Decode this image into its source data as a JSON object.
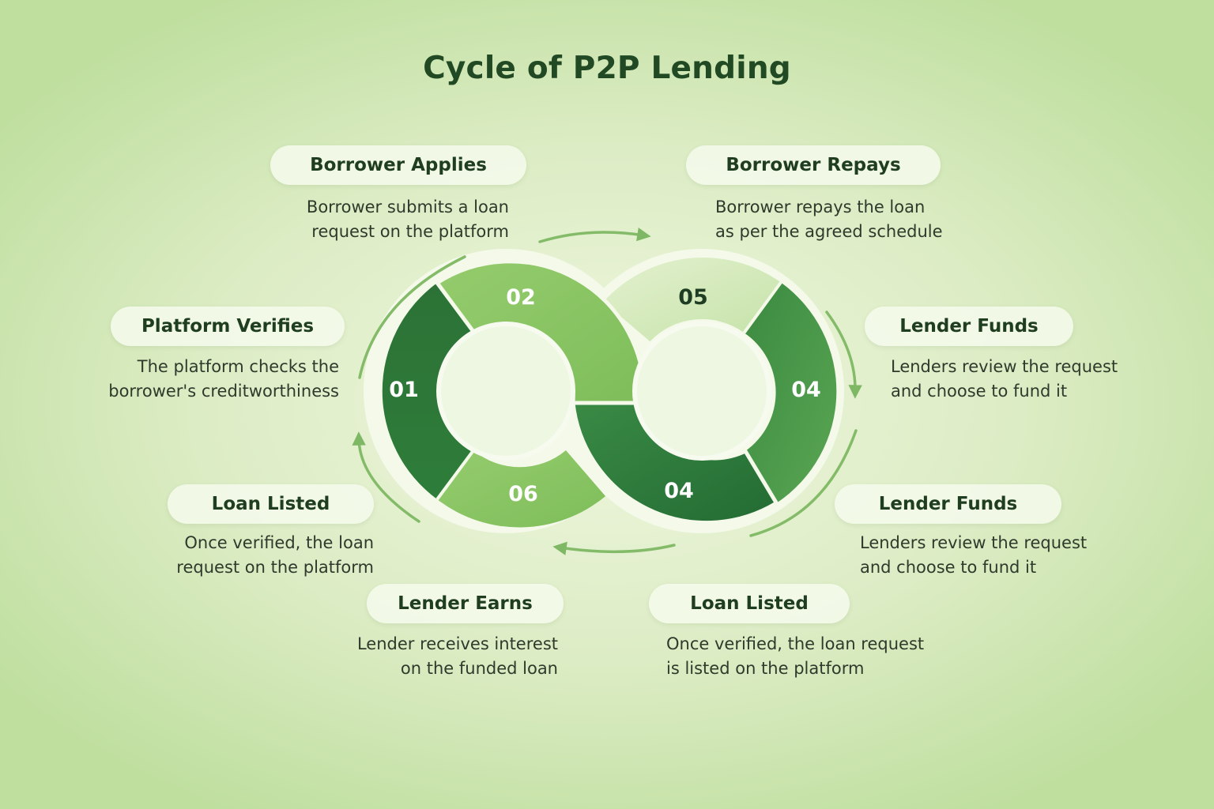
{
  "title": "Cycle of P2P Lending",
  "steps": {
    "borrower_applies": {
      "label": "Borrower Applies",
      "desc": [
        "Borrower submits a loan",
        "request on the platform"
      ]
    },
    "borrower_repays": {
      "label": "Borrower Repays",
      "desc": [
        "Borrower repays the loan",
        "as per the agreed schedule"
      ]
    },
    "platform_verifies": {
      "label": "Platform Verifies",
      "desc": [
        "The platform checks the",
        "borrower's creditworthiness"
      ]
    },
    "lender_funds_upper": {
      "label": "Lender Funds",
      "desc": [
        "Lenders review the request",
        "and choose to fund it"
      ]
    },
    "loan_listed_left": {
      "label": "Loan Listed",
      "desc": [
        "Once verified, the loan",
        "request on the platform"
      ]
    },
    "lender_funds_lower": {
      "label": "Lender Funds",
      "desc": [
        "Lenders review the request",
        "and choose to fund it"
      ]
    },
    "lender_earns": {
      "label": "Lender Earns",
      "desc": [
        "Lender receives interest",
        "on the funded loan"
      ]
    },
    "loan_listed_bottom": {
      "label": "Loan Listed",
      "desc": [
        "Once verified, the loan request",
        "is listed on the platform"
      ]
    }
  },
  "segments": {
    "s01": "01",
    "s02": "02",
    "s05": "05",
    "s04_right": "04",
    "s04_bottom": "04",
    "s06": "06"
  },
  "colors": {
    "dark_green": "#2f7a3c",
    "medium_green": "#3f8f45",
    "light_green": "#8ec766",
    "pale_green": "#d2e9ba",
    "title": "#214a24"
  }
}
